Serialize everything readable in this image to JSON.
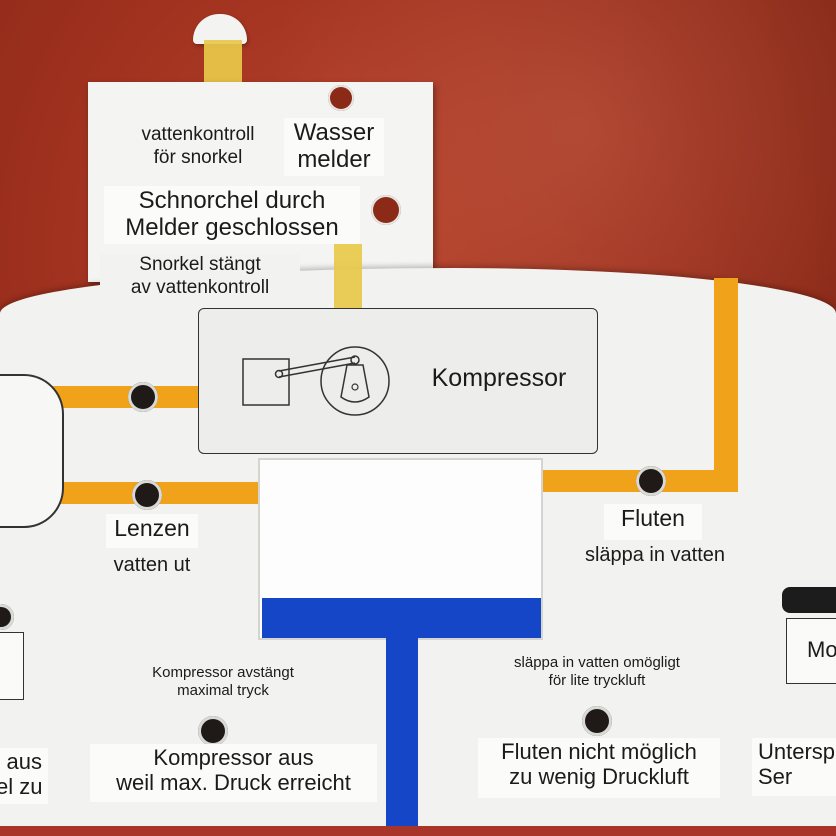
{
  "colors": {
    "leather": "#9c2f1d",
    "panel": "#f2f2f0",
    "air_line": "#f0a21b",
    "water_line": "#1546c8",
    "tape": "#e8c94a"
  },
  "top_card": {
    "swedish_water_check": "vattenkontroll\nför snorkel",
    "german_water_sensor": "Wasser\nmelder",
    "german_snorkel_closed": "Schnorchel durch\nMelder geschlossen",
    "swedish_snorkel_closed": "Snorkel stängt\nav vattenkontroll"
  },
  "compressor": {
    "label": "Kompressor",
    "icon": "compressor-icon"
  },
  "pump_out": {
    "german": "Lenzen",
    "swedish": "vatten ut"
  },
  "flood": {
    "german": "Fluten",
    "swedish": "släppa in vatten"
  },
  "compressor_off": {
    "swedish": "Kompressor avstängt\nmaximal tryck",
    "german": "Kompressor aus\nweil max. Druck erreicht"
  },
  "flood_impossible": {
    "swedish": "släppa in vatten omögligt\nför lite tryckluft",
    "german": "Fluten nicht möglich\nzu wenig Druckluft"
  },
  "cropped_left": {
    "label": "aus\nel zu"
  },
  "cropped_right": {
    "box": "Mo",
    "label": "Untersp\nSer"
  }
}
